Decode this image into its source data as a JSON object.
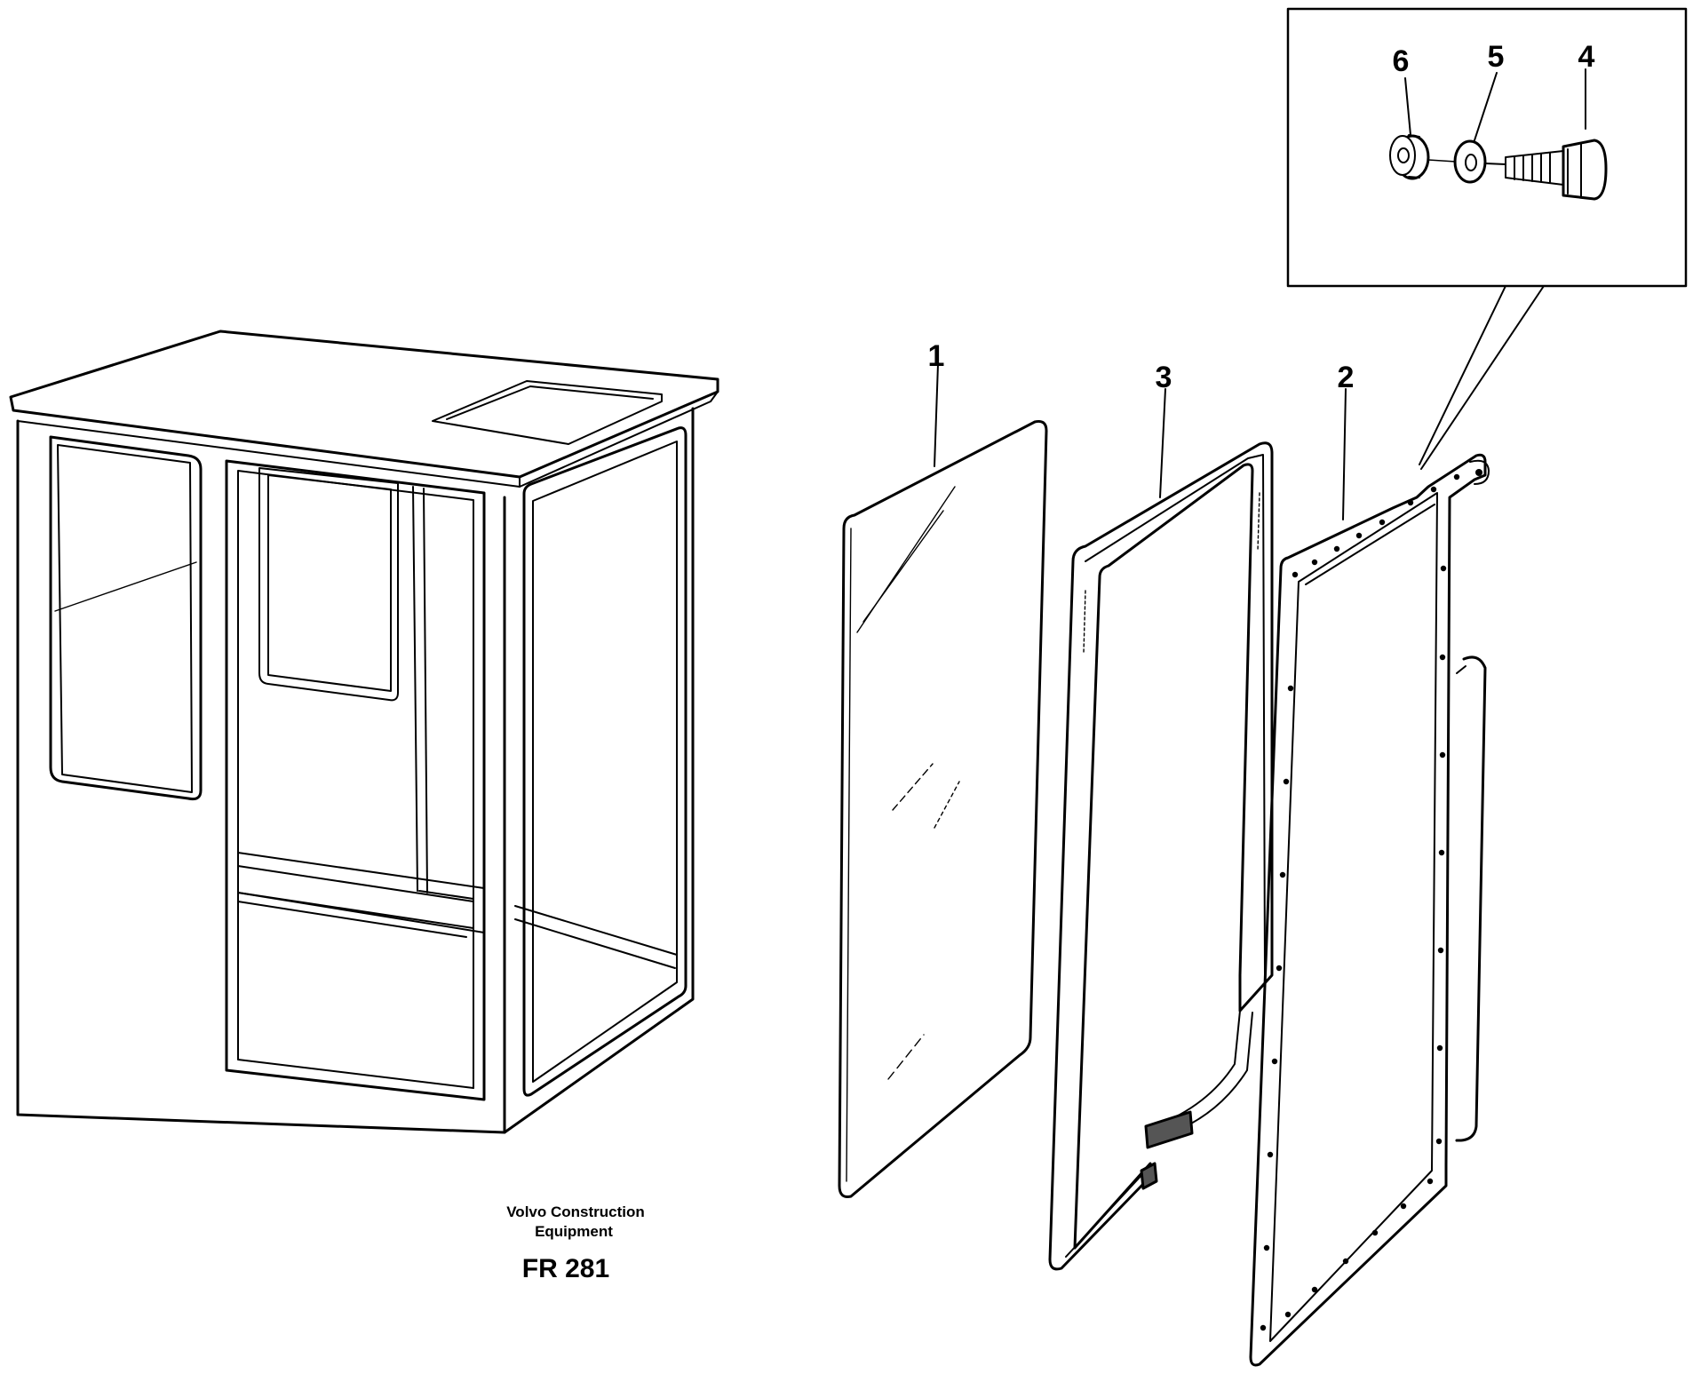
{
  "parts": [
    {
      "number": "1"
    },
    {
      "number": "2"
    },
    {
      "number": "3"
    },
    {
      "number": "4"
    },
    {
      "number": "5"
    },
    {
      "number": "6"
    }
  ],
  "credit": {
    "line1": "Volvo Construction",
    "line2": "Equipment"
  },
  "drawing_code": "FR 281"
}
